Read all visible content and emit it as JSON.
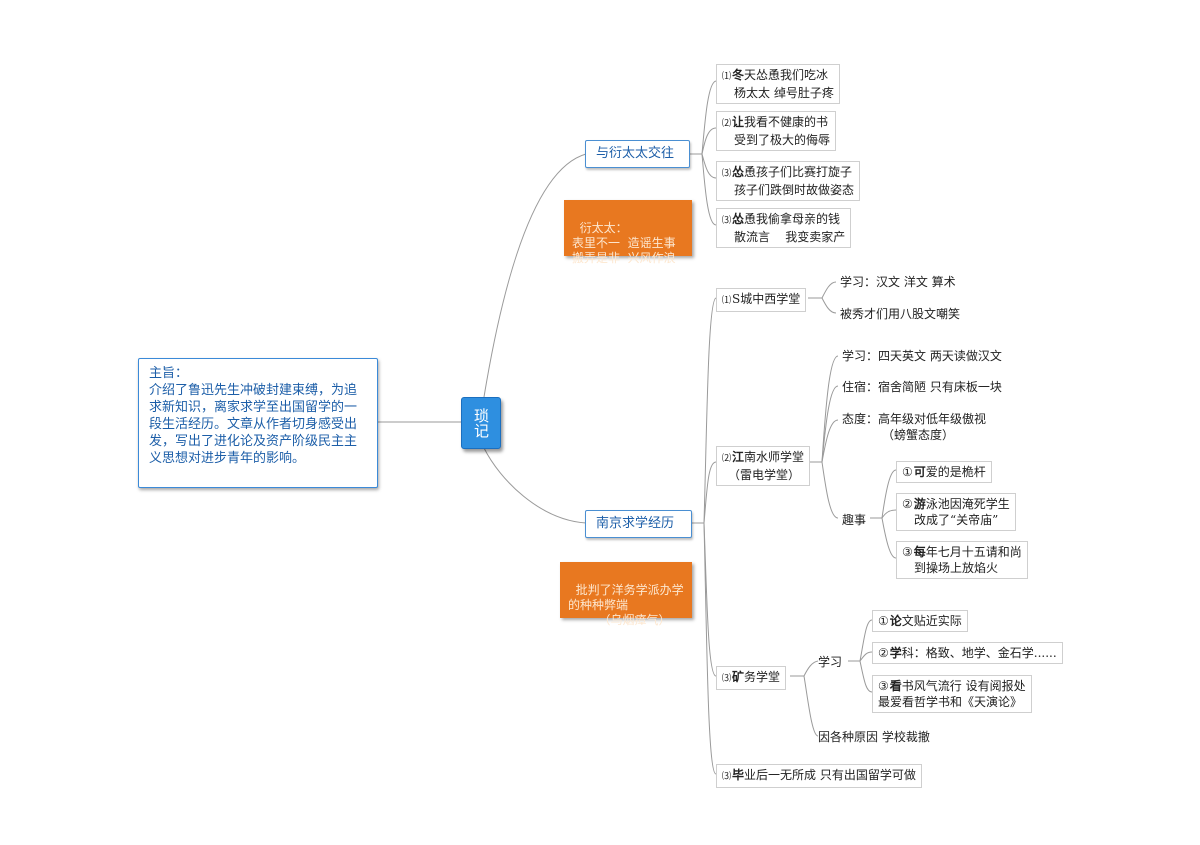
{
  "center": {
    "text": "琐记"
  },
  "summary": {
    "label": "主旨：",
    "text": "介绍了鲁迅先生冲破封建束缚，为追求新知识，离家求学至出国留学的一段生活经历。文章从作者切身感受出发，写出了进化论及资产阶级民主主义思想对进步青年的影响。"
  },
  "branch_yan": {
    "title": "与衍太太交往",
    "note": "衍太太：\n表里不一  造谣生事\n搬弄是非  兴风作浪",
    "items": [
      {
        "num": "⑴",
        "first": "冬",
        "rest": "天怂恿我们吃冰",
        "line2": "杨太太 绰号肚子疼"
      },
      {
        "num": "⑵",
        "first": "让",
        "rest": "我看不健康的书",
        "line2": "受到了极大的侮辱"
      },
      {
        "num": "⑶",
        "first": "怂",
        "rest": "恿孩子们比赛打旋子",
        "line2": "孩子们跌倒时故做姿态"
      },
      {
        "num": "⑶",
        "first": "怂",
        "rest": "恿我偷拿母亲的钱",
        "line2": "散流言    我变卖家产"
      }
    ]
  },
  "branch_nanjing": {
    "title": "南京求学经历",
    "note": "批判了洋务学派办学\n的种种弊端\n        （乌烟瘴气）",
    "s_school": {
      "num": "⑴",
      "title": "S城中西学堂",
      "items": [
        "学习：汉文 洋文 算术",
        "被秀才们用八股文嘲笑"
      ]
    },
    "jiangnan": {
      "num": "⑵",
      "title_first": "江",
      "title_rest": "南水师学堂",
      "subtitle": "（雷电学堂）",
      "study": "学习：四天英文 两天读做汉文",
      "lodging": "住宿：宿舍简陋 只有床板一块",
      "attitude": "态度：高年级对低年级傲视",
      "attitude2": "（螃蟹态度）",
      "fun_label": "趣事",
      "fun": [
        {
          "circ": "①",
          "first": "可",
          "rest": "爱的是桅杆",
          "line2": ""
        },
        {
          "circ": "②",
          "first": "游",
          "rest": "泳池因淹死学生",
          "line2": "改成了“关帝庙”"
        },
        {
          "circ": "③",
          "first": "每",
          "rest": "年七月十五请和尚",
          "line2": "到操场上放焰火"
        }
      ]
    },
    "mine": {
      "num": "⑶",
      "title_first": "矿",
      "title_rest": "务学堂",
      "study_label": "学习",
      "study": [
        {
          "circ": "①",
          "first": "论",
          "rest": "文贴近实际",
          "line2": ""
        },
        {
          "circ": "②",
          "first": "学",
          "rest": "科：格致、地学、金石学......",
          "line2": ""
        },
        {
          "circ": "③",
          "first": "看",
          "rest": "书风气流行 设有阅报处",
          "line2": "最爱看哲学书和《天演论》"
        }
      ],
      "closed": "因各种原因 学校裁撤"
    },
    "graduate": {
      "num": "⑶",
      "first": "毕",
      "rest": "业后一无所成 只有出国留学可做"
    }
  }
}
